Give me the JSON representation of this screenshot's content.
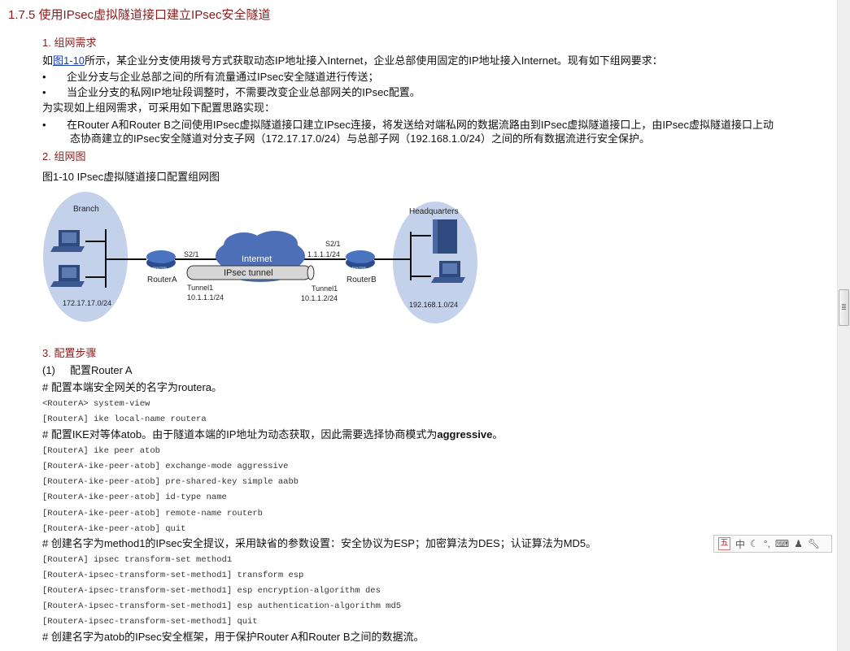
{
  "title": "1.7.5  使用IPsec虚拟隧道接口建立IPsec安全隧道",
  "section1": {
    "heading": "1. 组网需求",
    "intro_prefix": "如",
    "intro_link": "图1-10",
    "intro_rest": "所示，某企业分支使用拨号方式获取动态IP地址接入Internet，企业总部使用固定的IP地址接入Internet。现有如下组网要求：",
    "bullets": [
      "企业分支与企业总部之间的所有流量通过IPsec安全隧道进行传送；",
      "当企业分支的私网IP地址段调整时，不需要改变企业总部网关的IPsec配置。"
    ],
    "approach": "为实现如上组网需求，可采用如下配置思路实现：",
    "approach_bullet_line1": "在Router A和Router B之间使用IPsec虚拟隧道接口建立IPsec连接，将发送给对端私网的数据流路由到IPsec虚拟隧道接口上，由IPsec虚拟隧道接口上动",
    "approach_bullet_line2": "态协商建立的IPsec安全隧道对分支子网（172.17.17.0/24）与总部子网（192.168.1.0/24）之间的所有数据流进行安全保护。",
    "bullet_char": "•"
  },
  "section2": {
    "heading": "2. 组网图",
    "caption": "图1-10 IPsec虚拟隧道接口配置组网图",
    "diagram": {
      "branch": "Branch",
      "branch_subnet": "172.17.17.0/24",
      "hq": "Headquarters",
      "hq_subnet": "192.168.1.0/24",
      "router_a": "RouterA",
      "router_b": "RouterB",
      "router_badge": "ROUTER",
      "a_if": "S2/1",
      "b_if": "S2/1",
      "b_ip": "1.1.1.1/24",
      "internet": "Internet",
      "tunnel": "IPsec tunnel",
      "a_tunnel": "Tunnel1",
      "a_tunnel_ip": "10.1.1.1/24",
      "b_tunnel": "Tunnel1",
      "b_tunnel_ip": "10.1.1.2/24"
    }
  },
  "section3": {
    "heading": "3. 配置步骤",
    "step1": "(1)     配置Router A",
    "c1": "# 配置本端安全网关的名字为routera。",
    "code1": [
      "<RouterA> system-view",
      "[RouterA] ike local-name routera"
    ],
    "c2_prefix": "# 配置IKE对等体atob。由于隧道本端的IP地址为动态获取，因此需要选择协商模式为",
    "c2_bold": "aggressive",
    "c2_suffix": "。",
    "code2": [
      "[RouterA] ike peer atob",
      "[RouterA-ike-peer-atob] exchange-mode aggressive",
      "[RouterA-ike-peer-atob] pre-shared-key simple aabb",
      "[RouterA-ike-peer-atob] id-type name",
      "[RouterA-ike-peer-atob] remote-name routerb",
      "[RouterA-ike-peer-atob] quit"
    ],
    "c3": "# 创建名字为method1的IPsec安全提议，采用缺省的参数设置：安全协议为ESP；加密算法为DES；认证算法为MD5。",
    "code3": [
      "[RouterA] ipsec transform-set method1",
      "[RouterA-ipsec-transform-set-method1] transform esp",
      "[RouterA-ipsec-transform-set-method1] esp encryption-algorithm des",
      "[RouterA-ipsec-transform-set-method1] esp authentication-algorithm md5",
      "[RouterA-ipsec-transform-set-method1] quit"
    ],
    "c4": "# 创建名字为atob的IPsec安全框架，用于保护Router A和Router B之间的数据流。"
  },
  "ime": {
    "wu": "五",
    "zhong": "中",
    "punct": "°,"
  }
}
